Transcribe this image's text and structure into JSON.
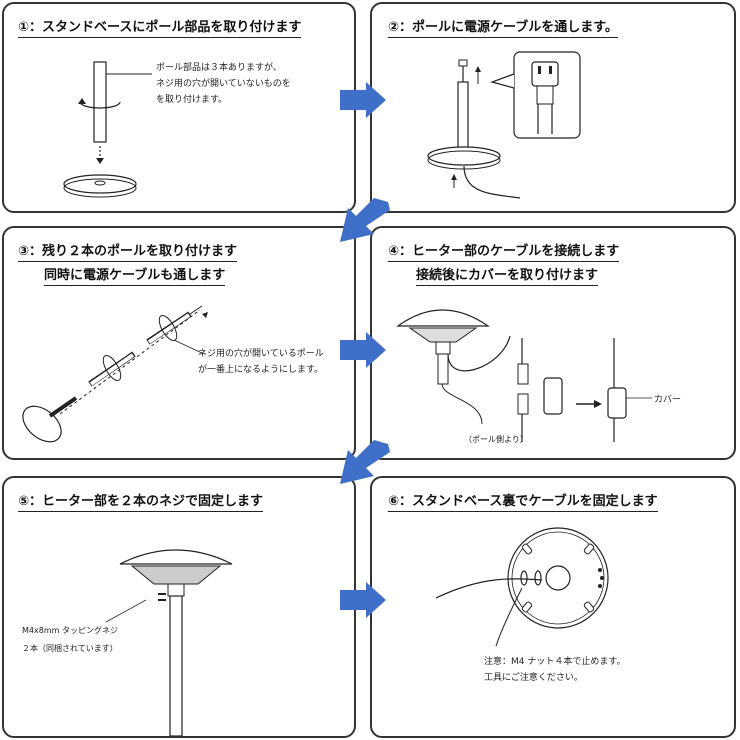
{
  "steps": [
    {
      "title": "①：スタンドベースにポール部品を取り付けます"
    },
    {
      "title": "②：ポールに電源ケーブルを通します。"
    },
    {
      "title_line1": "③：残り２本のポールを取り付けます",
      "title_line2": "同時に電源ケーブルも通します"
    },
    {
      "title_line1": "④：ヒーター部のケーブルを接続します",
      "title_line2": "接続後にカバーを取り付けます"
    },
    {
      "title": "⑤：ヒーター部を２本のネジで固定します"
    },
    {
      "title": "⑥：スタンドベース裏でケーブルを固定します"
    }
  ],
  "notes": {
    "step1": [
      "ポール部品は３本ありますが、",
      "ネジ用の穴が開いていないものを",
      "を取り付けます。"
    ],
    "step3": [
      "ネジ用の穴が開いているポール",
      "が一番上になるようにします。"
    ],
    "step4_cover": "カバー",
    "step4_pole_side": "（ポール側より）",
    "step5": [
      "M4x8mm タッピングネジ",
      "２本（同梱されています）"
    ],
    "step6": [
      "注意：M4 ナット４本で止めます。",
      "工具にご注意ください。"
    ]
  },
  "colors": {
    "arrow": "#3f6fc9",
    "border": "#333333"
  }
}
